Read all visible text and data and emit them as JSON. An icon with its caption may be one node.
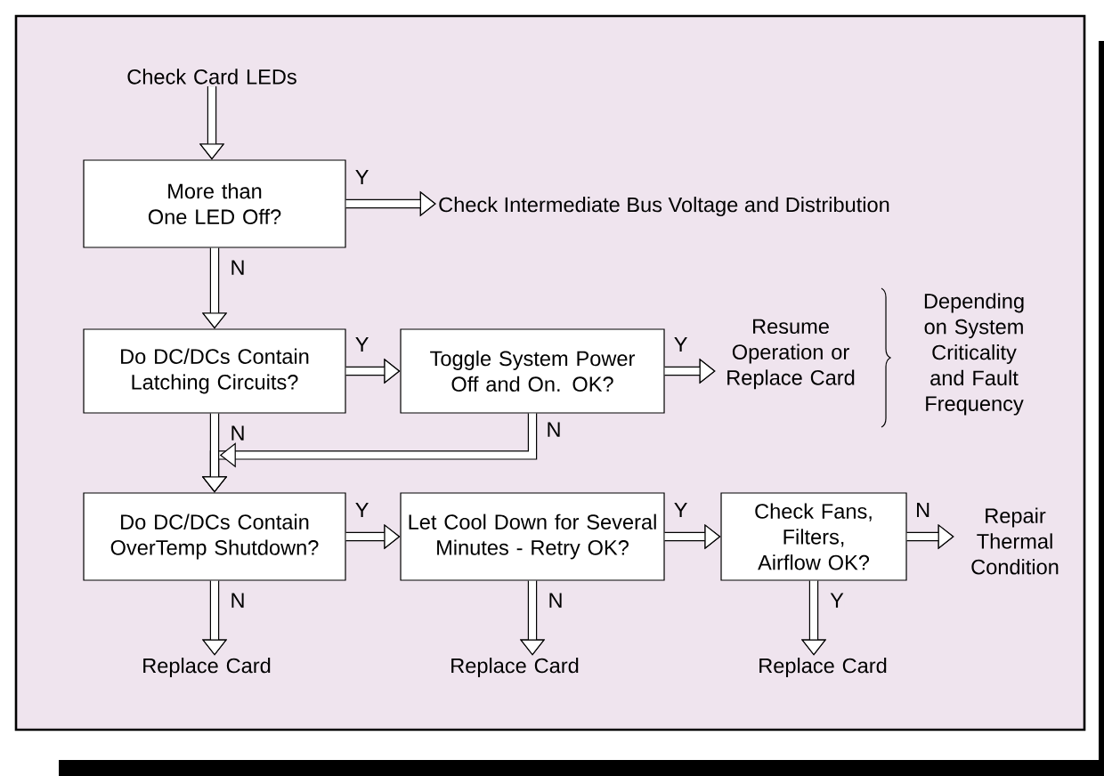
{
  "diagram": {
    "nodes": [
      {
        "text": [
          "Check Card LEDs"
        ]
      },
      {
        "text": [
          "More than One LED Off?"
        ]
      },
      {
        "text": [
          "Check Intermediate Bus Voltage and Distribution"
        ]
      },
      {
        "text": [
          "Do DC/DCs Contain Latching Circuits?"
        ]
      },
      {
        "text": [
          "Toggle System Power Off and On. OK?"
        ]
      },
      {
        "text": [
          "Resume Operation or Replace Card"
        ]
      },
      {
        "text": [
          "Do DC/DCs Contain OverTemp Shutdown?"
        ]
      },
      {
        "text": [
          "Let Cool Down for Several Minutes - Retry OK?"
        ]
      },
      {
        "text": [
          "Check Fans, Filters, Airflow OK?"
        ]
      },
      {
        "text": [
          "Repair Thermal Condition"
        ]
      },
      {
        "text": [
          "Replace Card"
        ]
      },
      {
        "text": [
          "Replace Card"
        ]
      },
      {
        "text": [
          "Replace Card"
        ]
      }
    ],
    "edges": [
      {
        "from": 0,
        "to": 1,
        "arrow": "to"
      },
      {
        "from": 1,
        "to": 2,
        "arrow": "to",
        "label": "Y"
      },
      {
        "from": 1,
        "to": 3,
        "arrow": "to",
        "label": "N"
      },
      {
        "from": 3,
        "to": 4,
        "arrow": "to",
        "label": "Y"
      },
      {
        "from": 4,
        "to": 5,
        "arrow": "to",
        "label": "Y"
      },
      {
        "from": 3,
        "to": 6,
        "arrow": "to",
        "label": "N"
      },
      {
        "from": 4,
        "to": 6,
        "arrow": "to",
        "label": "N"
      },
      {
        "from": 6,
        "to": 7,
        "arrow": "to",
        "label": "Y"
      },
      {
        "from": 7,
        "to": 8,
        "arrow": "to",
        "label": "Y"
      },
      {
        "from": 8,
        "to": 9,
        "arrow": "to",
        "label": "N"
      },
      {
        "from": 6,
        "to": 10,
        "arrow": "to",
        "label": "N"
      },
      {
        "from": 7,
        "to": 11,
        "arrow": "to",
        "label": "N"
      },
      {
        "from": 8,
        "to": 12,
        "arrow": "to",
        "label": "Y"
      }
    ],
    "labels": [
      "Depending on System Criticality and Fault Frequency"
    ]
  }
}
